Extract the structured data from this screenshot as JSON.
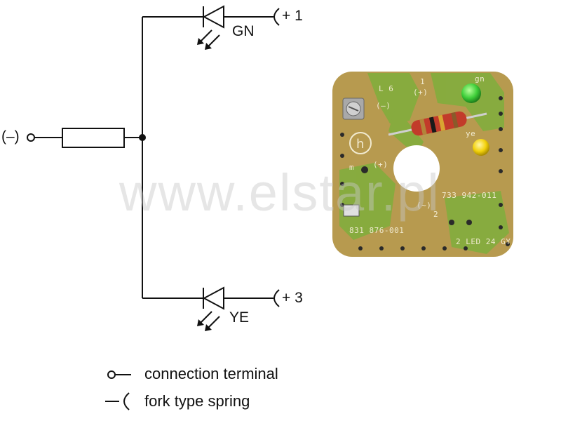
{
  "schematic": {
    "terminal_minus": "(–)",
    "terminal_plus1": "+ 1",
    "terminal_plus3": "+ 3",
    "led_top_label": "GN",
    "led_bottom_label": "YE"
  },
  "legend": {
    "connection_terminal": "connection terminal",
    "fork_type_spring": "fork type spring"
  },
  "board": {
    "text_l6": "L 6",
    "text_1": "1",
    "text_plus_paren": "(+)",
    "text_minus_paren": "(–)",
    "text_m": "m",
    "text_plus_paren_2": "(+)",
    "text_733": "733 942-011",
    "text_tilde": "(~)",
    "text_2": "2",
    "text_831": "831 876-001",
    "text_2led": "2 LED 24 GY",
    "text_gn": "gn",
    "text_ye": "ye"
  },
  "watermark": "www.elstar.pl",
  "colors": {
    "line": "#111111",
    "board": "#b79a4f",
    "trace": "#7fae3c",
    "led_green": "#3fcf3a",
    "led_yellow": "#f3d20c"
  }
}
